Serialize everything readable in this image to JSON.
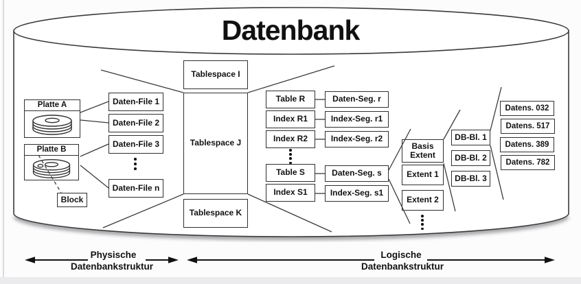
{
  "diagram": {
    "title": "Datenbank",
    "physical": {
      "disk_a": "Platte A",
      "disk_b": "Platte B",
      "block": "Block",
      "files": [
        "Daten-File 1",
        "Daten-File 2",
        "Daten-File 3",
        "Daten-File n"
      ]
    },
    "tablespaces": [
      "Tablespace I",
      "Tablespace J",
      "Tablespace K"
    ],
    "tables": [
      "Table R",
      "Index R1",
      "Index R2",
      "Table S",
      "Index S1"
    ],
    "segments": [
      "Daten-Seg. r",
      "Index-Seg. r1",
      "Index-Seg. r2",
      "Daten-Seg. s",
      "Index-Seg. s1"
    ],
    "extents": [
      "Basis Extent",
      "Extent 1",
      "Extent 2"
    ],
    "db_blocks": [
      "DB-Bl. 1",
      "DB-Bl. 2",
      "DB-Bl. 3"
    ],
    "records": [
      "Datens. 032",
      "Datens. 517",
      "Datens. 389",
      "Datens. 782"
    ],
    "legend": {
      "physical_line1": "Physische",
      "physical_line2": "Datenbankstruktur",
      "logical_line1": "Logische",
      "logical_line2": "Datenbankstruktur"
    },
    "colors": {
      "stroke": "#2e2e2e",
      "background": "#ffffff"
    }
  }
}
